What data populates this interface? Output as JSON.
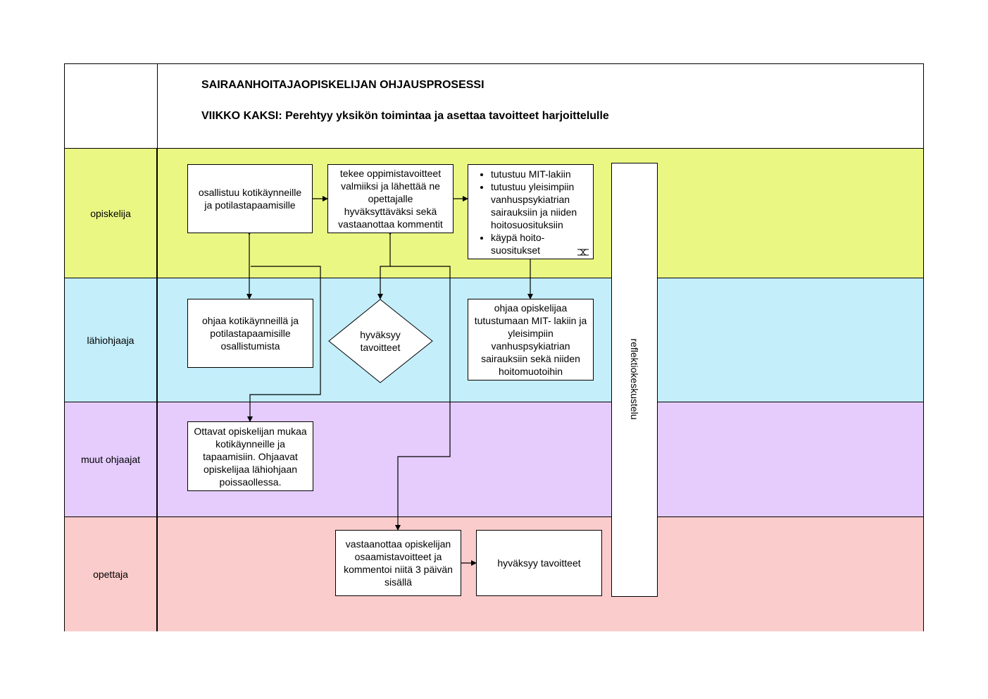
{
  "header": {
    "title": "SAIRAANHOITAJAOPISKELIJAN OHJAUSPROSESSI",
    "subtitle": "VIIKKO KAKSI: Perehtyy yksikön toimintaa ja asettaa tavoitteet harjoittelulle"
  },
  "lanes": [
    {
      "label": "opiskelija",
      "color": "#eaf783"
    },
    {
      "label": "lähiohjaaja",
      "color": "#c3eefa"
    },
    {
      "label": "muut ohjaajat",
      "color": "#e5ccfd"
    },
    {
      "label": "opettaja",
      "color": "#fbcccc"
    }
  ],
  "nodes": {
    "student_home_visits": "osallistuu kotikäynneille ja potilastapaamisille",
    "student_goals": "tekee oppimistavoitteet valmiiksi ja lähettää ne opettajalle hyväksyttäväksi sekä vastaanottaa kommentit",
    "student_study_items": [
      "tutustuu MIT-lakiin",
      "tutustuu yleisimpiin vanhuspsykiatrian sairauksiin ja niiden hoitosuosituksiin",
      "käypä hoito-suositukset"
    ],
    "mentor_home_visits": "ohjaa kotikäynneillä ja potilastapaamisille osallistumista",
    "mentor_approve": "hyväksyy tavoitteet",
    "mentor_guide": "ohjaa opiskelijaa tutustumaan MIT- lakiin ja yleisimpiin vanhuspsykiatrian sairauksiin sekä niiden hoitomuotoihin",
    "other_mentors": "Ottavat opiskelijan mukaa kotikäynneille ja tapaamisiin. Ohjaavat opiskelijaa lähiohjaan poissaollessa.",
    "teacher_receive": "vastaanottaa opiskelijan osaamistavoitteet ja kommentoi niitä 3 päivän sisällä",
    "teacher_approve": "hyväksyy tavoitteet",
    "reflection": "reflektiokeskustelu"
  }
}
